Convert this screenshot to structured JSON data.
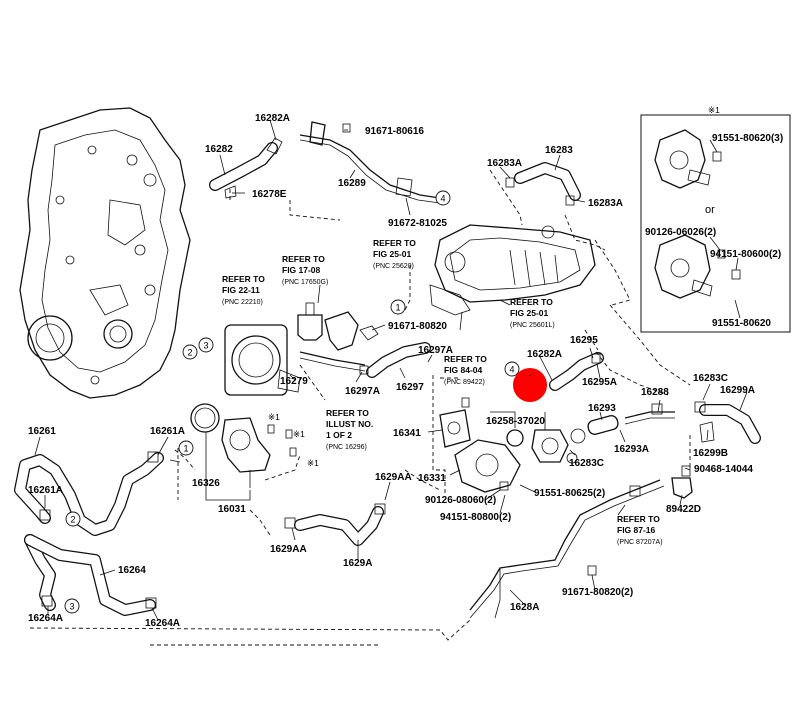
{
  "part_numbers": {
    "p16282A": "16282A",
    "p91671_80616": "91671-80616",
    "p16282": "16282",
    "p16278E": "16278E",
    "p16289": "16289",
    "p16283A_top": "16283A",
    "p16283": "16283",
    "p16283A_right": "16283A",
    "p91672_81025": "91672-81025",
    "p91671_80820_mid": "91671-80820",
    "p16282A_mid": "16282A",
    "p16295": "16295",
    "p16297A_top": "16297A",
    "p16279": "16279",
    "p16297A": "16297A",
    "p16297": "16297",
    "p16295A": "16295A",
    "p16288": "16288",
    "p16283C_right": "16283C",
    "p16299A": "16299A",
    "p16293": "16293",
    "p16341": "16341",
    "p16258_37020": "16258-37020",
    "p16293A": "16293A",
    "p16299B": "16299B",
    "p16283C": "16283C",
    "p90468_14044": "90468-14044",
    "p16331": "16331",
    "p91551_80625": "91551-80625(2)",
    "p90126_08060": "90126-08060(2)",
    "p94151_80800": "94151-80800(2)",
    "p89422D": "89422D",
    "p16261": "16261",
    "p16261A_top": "16261A",
    "p16261A": "16261A",
    "p16326": "16326",
    "p16031": "16031",
    "p1629AA_top": "1629AA",
    "p1629AA": "1629AA",
    "p1629A": "1629A",
    "p16264": "16264",
    "p16264A_left": "16264A",
    "p16264A": "16264A",
    "p1628A": "1628A",
    "p91671_80820_bottom": "91671-80820(2)"
  },
  "refs": {
    "fig17": {
      "line1": "REFER TO",
      "line2": "FIG 17-08",
      "pnc": "(PNC 17650G)"
    },
    "fig22": {
      "line1": "REFER TO",
      "line2": "FIG 22-11",
      "pnc": "(PNC 22210)"
    },
    "fig25a": {
      "line1": "REFER TO",
      "line2": "FIG 25-01",
      "pnc": "(PNC 25620)"
    },
    "fig25b": {
      "line1": "REFER TO",
      "line2": "FIG 25-01",
      "pnc": "(PNC 25601L)"
    },
    "fig84": {
      "line1": "REFER TO",
      "line2": "FIG 84-04",
      "pnc": "(PNC 89422)"
    },
    "illust": {
      "line1": "REFER TO",
      "line2": "ILLUST NO.",
      "line3": "1 OF 2",
      "pnc": "(PNC 16296)"
    },
    "fig87": {
      "line1": "REFER TO",
      "line2": "FIG 87-16",
      "pnc": "(PNC 87207A)"
    }
  },
  "callouts": {
    "c1": "1",
    "c2": "2",
    "c3": "3",
    "c4": "4"
  },
  "notes": {
    "k1": "※1",
    "k1_label": "※1"
  },
  "inset": {
    "note": "※1",
    "p91551_80620_3": "91551-80620(3)",
    "or": "or",
    "p90126_06026_2": "90126-06026(2)",
    "p94151_80600_2": "94151-80600(2)",
    "p91551_80620": "91551-80620"
  },
  "colors": {
    "marker": "#ff0000",
    "line": "#111111",
    "background": "#ffffff"
  },
  "marker": {
    "label": "-"
  }
}
